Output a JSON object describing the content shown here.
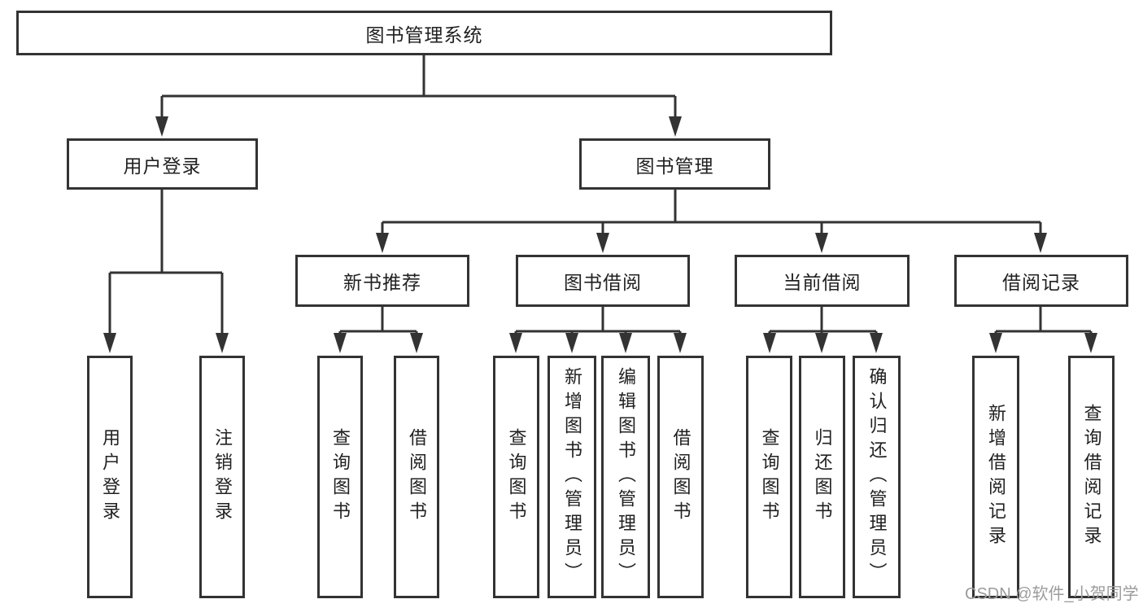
{
  "tree": {
    "root": {
      "label": "图书管理系统"
    },
    "branches": [
      {
        "label": "用户登录",
        "children": [
          {
            "label": "用户登录"
          },
          {
            "label": "注销登录"
          }
        ]
      },
      {
        "label": "图书管理",
        "children": [
          {
            "label": "新书推荐",
            "children": [
              {
                "label": "查询图书"
              },
              {
                "label": "借阅图书"
              }
            ]
          },
          {
            "label": "图书借阅",
            "children": [
              {
                "label": "查询图书"
              },
              {
                "label": "新增图书（管理员）"
              },
              {
                "label": "编辑图书（管理员）"
              },
              {
                "label": "借阅图书"
              }
            ]
          },
          {
            "label": "当前借阅",
            "children": [
              {
                "label": "查询图书"
              },
              {
                "label": "归还图书"
              },
              {
                "label": "确认归还（管理员）"
              }
            ]
          },
          {
            "label": "借阅记录",
            "children": [
              {
                "label": "新增借阅记录"
              },
              {
                "label": "查询借阅记录"
              }
            ]
          }
        ]
      }
    ]
  },
  "watermark": {
    "text": "CSDN @软件_小贺同学"
  },
  "colors": {
    "line": "#333333",
    "text": "#212121",
    "background": "#ffffff",
    "watermark": "#9c9c9c"
  }
}
